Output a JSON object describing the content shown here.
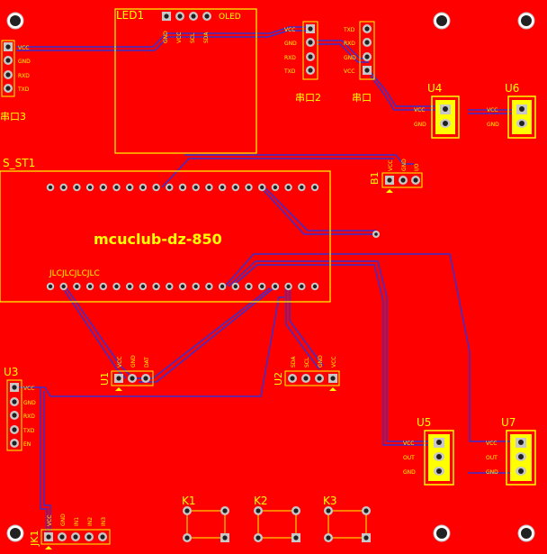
{
  "colors": {
    "board": "#ff0000",
    "silk": "#ffff00",
    "trace": "#3a2fd0",
    "pad": "#c8c8c8",
    "hole": "#202020"
  },
  "board_title": "mcuclub-dz-850",
  "designators": {
    "led1": "LED1",
    "led1_tag": "OLED",
    "s_st1": "S_ST1",
    "b1": "B1",
    "u1": "U1",
    "u2": "U2",
    "u3": "U3",
    "u4": "U4",
    "u5": "U5",
    "u6": "U6",
    "u7": "U7",
    "k1": "K1",
    "k2": "K2",
    "k3": "K3",
    "jk1": "JK1",
    "port3": "串口3",
    "port2": "串口2",
    "port1": "串口"
  },
  "s_st1_bottom_text": "JLCJLCJLCJLC",
  "pin_labels": {
    "port3": [
      "VCC",
      "GND",
      "RXD",
      "TXD"
    ],
    "port2": [
      "VCC",
      "GND",
      "RXD",
      "TXD"
    ],
    "port1": [
      "TXD",
      "RXD",
      "GND",
      "VCC"
    ],
    "oled": [
      "GND",
      "VCC",
      "SCL",
      "SDA"
    ],
    "u4": [
      "VCC",
      "GND"
    ],
    "u6": [
      "VCC",
      "GND"
    ],
    "u5": [
      "VCC",
      "OUT",
      "GND"
    ],
    "u7": [
      "VCC",
      "OUT",
      "GND"
    ],
    "b1": [
      "VCC",
      "GND",
      "I/O"
    ],
    "u1": [
      "VCC",
      "GND",
      "DAT"
    ],
    "u2": [
      "VCC",
      "GND",
      "SCL",
      "SDA"
    ],
    "u3": [
      "VCC",
      "GND",
      "RXD",
      "TXD",
      "EN"
    ],
    "jk1": [
      "VCC",
      "GND",
      "IN1",
      "IN2",
      "IN3"
    ]
  }
}
